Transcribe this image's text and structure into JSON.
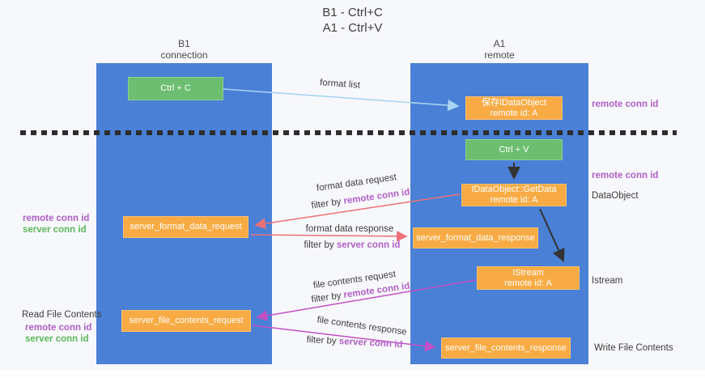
{
  "title": {
    "line1": "B1 - Ctrl+C",
    "line2": "A1 - Ctrl+V"
  },
  "columns": {
    "left": {
      "header_line1": "B1",
      "header_line2": "connection"
    },
    "right": {
      "header_line1": "A1",
      "header_line2": "remote"
    }
  },
  "boxes": {
    "ctrl_c": {
      "label": "Ctrl + C"
    },
    "save_idataobject": {
      "line1": "保存IDataObject",
      "line2": "remote id: A"
    },
    "ctrl_v": {
      "label": "Ctrl + V"
    },
    "getdata": {
      "line1": "IDataObject::GetData",
      "line2": "remote id: A"
    },
    "format_request": {
      "label": "server_format_data_request"
    },
    "format_response": {
      "label": "server_format_data_response"
    },
    "istream": {
      "line1": "IStream",
      "line2": "remote id: A"
    },
    "file_request": {
      "label": "server_file_contents_request"
    },
    "file_response": {
      "label": "server_file_contents_response"
    }
  },
  "arrow_labels": {
    "format_list": "format list",
    "format_data_request": "format data request",
    "format_data_response": "format data response",
    "file_contents_request": "file contents request",
    "file_contents_response": "file contents response",
    "filter_by": "filter by ",
    "remote_conn_id": "remote conn id",
    "server_conn_id": "server conn id"
  },
  "side_labels": {
    "remote_conn_id_top": "remote conn id",
    "remote_conn_id_mid": "remote conn id",
    "dataobject": "DataObject",
    "istream": "Istream",
    "write_file_contents": "Write File Contents",
    "read_file_contents": "Read File Contents",
    "left_remote_conn_id_1": "remote conn id",
    "left_server_conn_id_1": "server conn id",
    "left_remote_conn_id_2": "remote conn id",
    "left_server_conn_id_2": "server conn id"
  },
  "colors": {
    "column_blue": "#4a80d6",
    "box_green": "#6dbe70",
    "box_orange": "#f8ab44",
    "arrow_red": "#ee7077",
    "arrow_magenta": "#c44fc8",
    "arrow_blue": "#a8d4f2",
    "arrow_black": "#333333",
    "label_purple": "#b05fc6",
    "label_green": "#5cb85c"
  }
}
